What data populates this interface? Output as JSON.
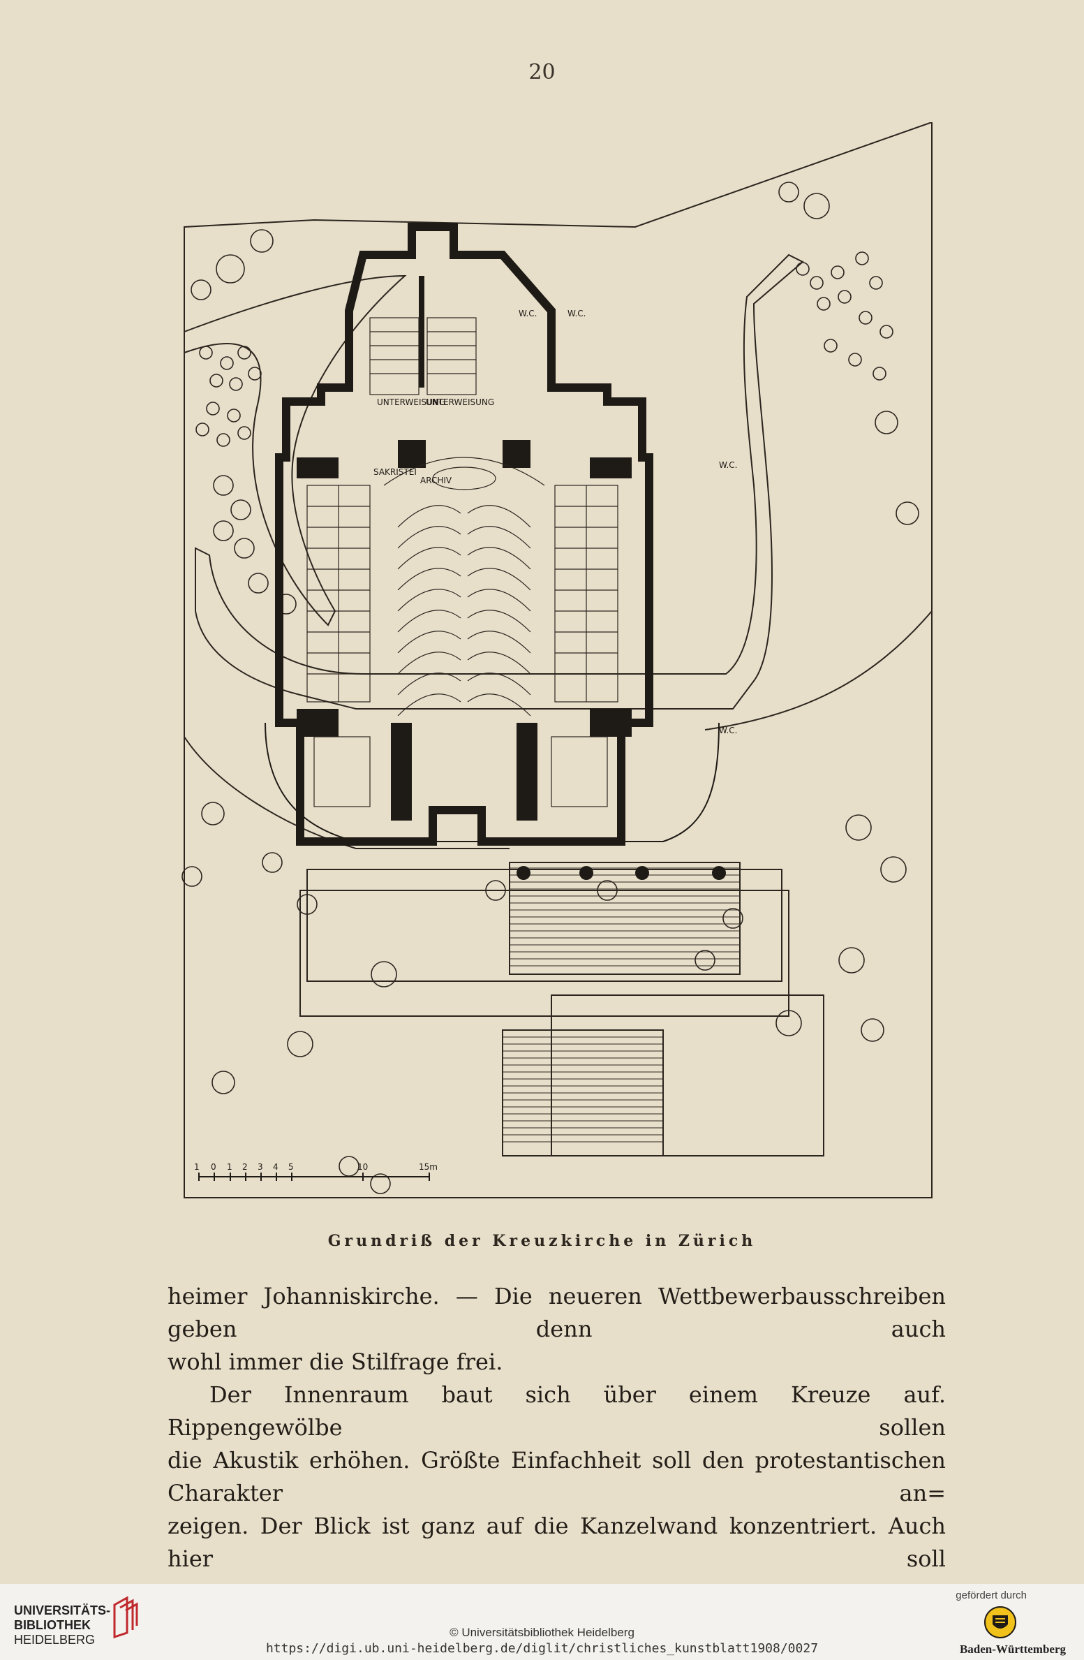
{
  "page": {
    "number": "20",
    "caption": "Grundriß der Kreuzkirche in Zürich",
    "paragraph1": [
      "heimer Johanniskirche. — Die neueren Wettbewerbausschreiben geben denn auch",
      "wohl immer die Stilfrage frei."
    ],
    "paragraph2": [
      "Der Innenraum baut sich über einem Kreuze auf. Rippengewölbe sollen",
      "die Akustik erhöhen. Größte Einfachheit soll den protestantischen Charakter an=",
      "zeigen. Der Blick ist ganz auf die Kanzelwand konzentriert. Auch hier soll"
    ]
  },
  "plan": {
    "room_labels": {
      "unterweisung_left": "UNTERWEISUNG",
      "unterweisung_right": "UNTERWEISUNG",
      "sakristei": "SAKRISTEI",
      "archiv": "ARCHIV",
      "wc": "W.C."
    },
    "scale": {
      "ticks": [
        "1",
        "0",
        "1",
        "2",
        "3",
        "4",
        "5",
        "10",
        "15m"
      ]
    }
  },
  "footer": {
    "library_line1": "UNIVERSITÄTS-",
    "library_line2": "BIBLIOTHEK",
    "library_line3": "HEIDELBERG",
    "copyright": "© Universitätsbibliothek Heidelberg",
    "url": "https://digi.ub.uni-heidelberg.de/diglit/christliches_kunstblatt1908/0027",
    "funded_by": "gefördert durch",
    "funder": "Baden-Württemberg"
  }
}
